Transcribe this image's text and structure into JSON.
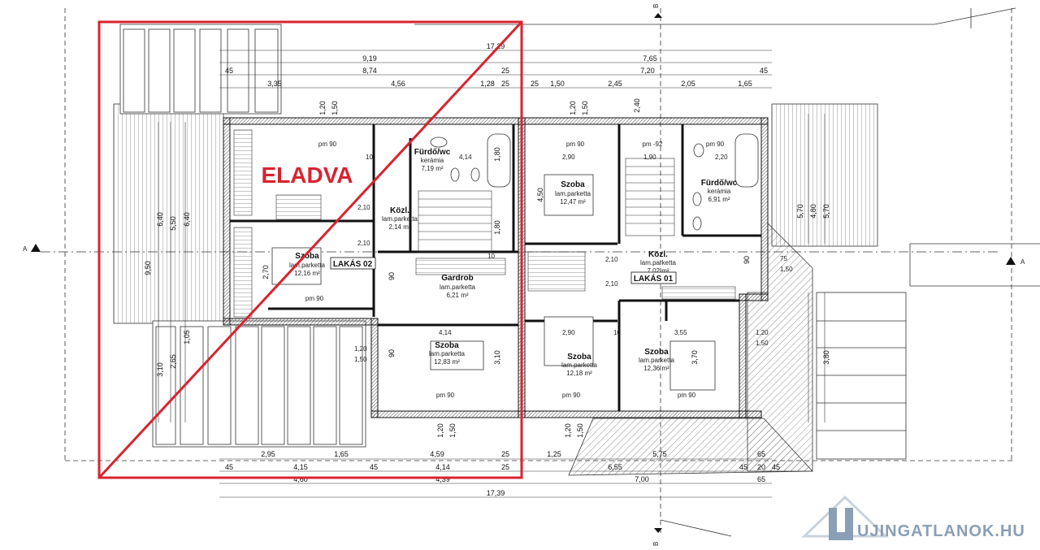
{
  "overlay": {
    "sold_label": "ELADVA",
    "color": "#d7242f"
  },
  "watermark": {
    "text": "UJINGATLANOK.HU",
    "color": "#8a9fb5"
  },
  "section_markers": {
    "a": "A",
    "b": "B"
  },
  "rooms": [
    {
      "id": "r1",
      "name": "Szoba",
      "sub": "lam.parketta",
      "area": "12,16 m²"
    },
    {
      "id": "r2",
      "name": "Fürdő/wc",
      "sub": "kerámia",
      "area": "7,19 m²"
    },
    {
      "id": "r3",
      "name": "Közl.",
      "sub": "lam.parketta",
      "area": "2,14 m²"
    },
    {
      "id": "r4",
      "name": "Gardrob",
      "sub": "lam.parketta",
      "area": "6,21 m²"
    },
    {
      "id": "r5",
      "name": "Szoba",
      "sub": "lam.parketta",
      "area": "12,83 m²"
    },
    {
      "id": "r6",
      "name": "Szoba",
      "sub": "lam.parketta",
      "area": "12,47 m²"
    },
    {
      "id": "r7",
      "name": "Fürdő/wc",
      "sub": "kerámia",
      "area": "6,91 m²"
    },
    {
      "id": "r8",
      "name": "Közl.",
      "sub": "lam.parketta",
      "area": "7,02 m²"
    },
    {
      "id": "r9",
      "name": "Szoba",
      "sub": "lam.parketta",
      "area": "12,18 m²"
    },
    {
      "id": "r10",
      "name": "Szoba",
      "sub": "lam.parketta",
      "area": "12,36 m²"
    }
  ],
  "apartments": {
    "lakas02": "LAKÁS 02",
    "lakas01": "LAKÁS 01"
  },
  "dims": {
    "top1": "17,29",
    "top2a": "9,19",
    "top2b": "7,65",
    "top3a": "45",
    "top3b": "8,74",
    "top3c": "25",
    "top3d": "7,20",
    "top3e": "45",
    "top4a": "3,35",
    "top4b": "4,56",
    "top4c": "1,28",
    "top4d": "25",
    "top4e": "25",
    "top4f": "1,50",
    "top4g": "2,45",
    "top4h": "2,05",
    "top4i": "1,65",
    "bot1a": "2,95",
    "bot1b": "1,65",
    "bot1c": "4,59",
    "bot1d": "25",
    "bot1e": "1,25",
    "bot1f": "5,75",
    "bot1g": "65",
    "bot2a": "45",
    "bot2b": "4,15",
    "bot2c": "45",
    "bot2d": "4,14",
    "bot2e": "25",
    "bot2f": "6,55",
    "bot2g": "45",
    "bot2h": "20",
    "bot2i": "45",
    "bot3a": "4,60",
    "bot3b": "4,39",
    "bot3c": "7,00",
    "bot3d": "65",
    "bot4": "17,39",
    "left1": "9,50",
    "left2": "6,40",
    "left3": "5,50",
    "left4": "6,40",
    "left5": "3,10",
    "left6": "2,65",
    "right1": "5,70",
    "right2": "4,80",
    "right3": "5,70",
    "right4": "3,80",
    "pm90": "pm 90",
    "pm92": "pm -92",
    "w120": "1,20",
    "w150": "1,50",
    "w90": "90",
    "w75": "75",
    "w210": "2,10",
    "w290": "2,90",
    "w414": "4,14",
    "w355": "3,55",
    "w370": "3,70",
    "w310": "3,10",
    "w270": "2,70",
    "w180": "1,80",
    "w190": "1,90",
    "w220": "2,20",
    "w10": "10",
    "w105": "1,05",
    "w450": "4,50",
    "w240": "2,40"
  }
}
